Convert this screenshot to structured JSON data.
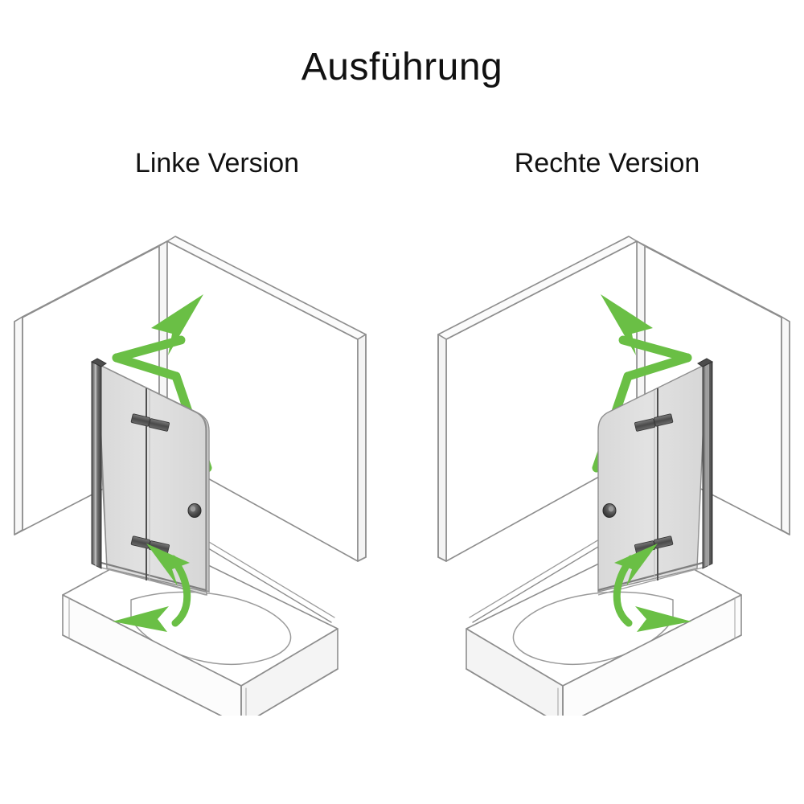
{
  "page": {
    "title": "Ausführung",
    "background_color": "#ffffff"
  },
  "variants": [
    {
      "id": "left",
      "label": "Linke Version",
      "hinge_side": "left",
      "swing": "outward-left"
    },
    {
      "id": "right",
      "label": "Rechte Version",
      "hinge_side": "right",
      "swing": "outward-right"
    }
  ],
  "icons": {
    "fold_arrow": "fold-direction-arrow-icon",
    "swing_arrow": "swing-direction-arrow-icon",
    "hinge": "hinge-block-icon",
    "knob": "door-knob-icon"
  },
  "colors": {
    "accent_green": "#6ABF45",
    "line": "#8a8a8a",
    "line_dark": "#555555",
    "glass_fill": "#dcdcdc",
    "glass_fill_light": "#e4e4e4",
    "metal": "#6e6e6e",
    "metal_dark": "#3a3a3a",
    "text": "#111111"
  },
  "parts": {
    "wall_back": "back-wall",
    "wall_side": "side-wall",
    "bathtub": "bathtub",
    "tub_basin": "tub-basin",
    "glass_panel_fixed": "fixed-glass-panel",
    "glass_panel_folding": "folding-glass-panel",
    "wall_profile": "wall-mounting-profile",
    "hinge_upper": "upper-hinge",
    "hinge_lower": "lower-hinge",
    "knob": "door-knob"
  }
}
